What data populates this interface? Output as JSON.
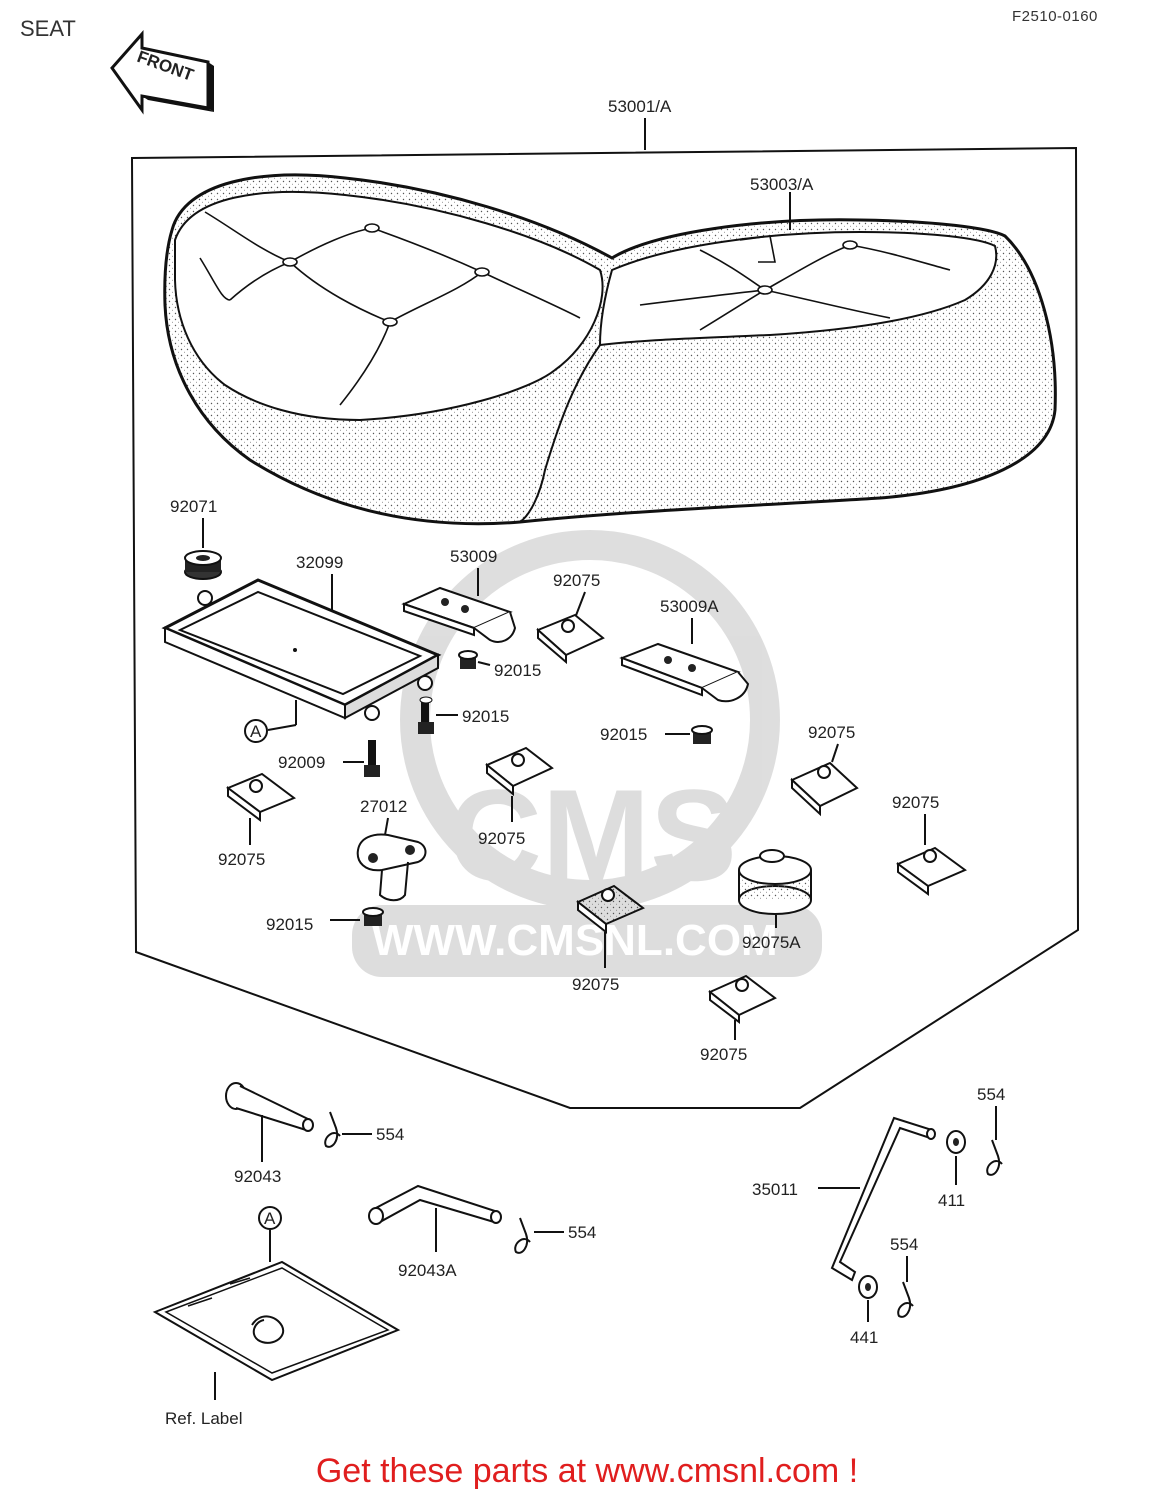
{
  "header": {
    "title": "SEAT",
    "figure_code": "F2510-0160"
  },
  "front_arrow": {
    "label": "FRONT",
    "icon": "front-arrow-icon"
  },
  "watermark": {
    "logo": "CMS",
    "url": "WWW.CMSNL.COM"
  },
  "callouts": {
    "seat_assy": "53001/A",
    "seat_cover": "53003/A",
    "p92071": "92071",
    "p32099": "32099",
    "p53009": "53009",
    "p92075_a": "92075",
    "p53009a": "53009A",
    "p92015_a": "92015",
    "p92015_b": "92015",
    "p92015_c": "92015",
    "p92009": "92009",
    "p92075_b": "92075",
    "p92075_c": "92075",
    "p92075_d": "92075",
    "p27012": "27012",
    "p92075_e": "92075",
    "p92015_d": "92015",
    "p92075a": "92075A",
    "p92075_f": "92075",
    "p92075_g": "92075",
    "p92043": "92043",
    "p554_a": "554",
    "p92043a": "92043A",
    "p554_b": "554",
    "p35011": "35011",
    "p554_c": "554",
    "p411": "411",
    "p554_d": "554",
    "p441": "441",
    "ref_label": "Ref. Label",
    "ref_a_top": "A",
    "ref_a_bottom": "A"
  },
  "footer": {
    "text": "Get these parts at www.cmsnl.com !",
    "color": "#e01e1e"
  }
}
